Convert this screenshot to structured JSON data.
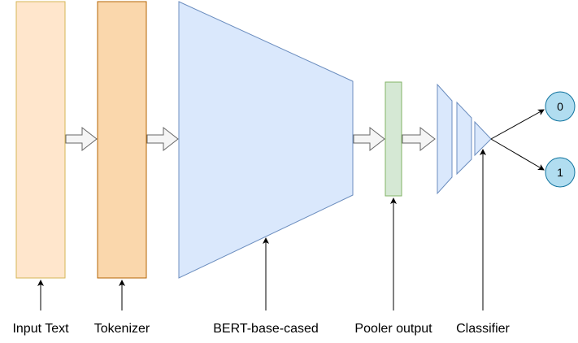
{
  "labels": {
    "input_text": "Input Text",
    "tokenizer": "Tokenizer",
    "bert": "BERT-base-cased",
    "pooler": "Pooler output",
    "classifier": "Classifier"
  },
  "outputs": {
    "class_0": "0",
    "class_1": "1"
  },
  "colors": {
    "input_fill": "#ffe6cc",
    "input_stroke": "#d6b656",
    "tokenizer_fill": "#fad7ac",
    "tokenizer_stroke": "#b46504",
    "bert_fill": "#dae8fc",
    "bert_stroke": "#6c8ebf",
    "pooler_fill": "#d5e8d4",
    "pooler_stroke": "#82b366",
    "output_fill": "#b1ddf0",
    "output_stroke": "#10739e",
    "arrow_fill": "#f5f5f5",
    "arrow_stroke": "#666666"
  }
}
